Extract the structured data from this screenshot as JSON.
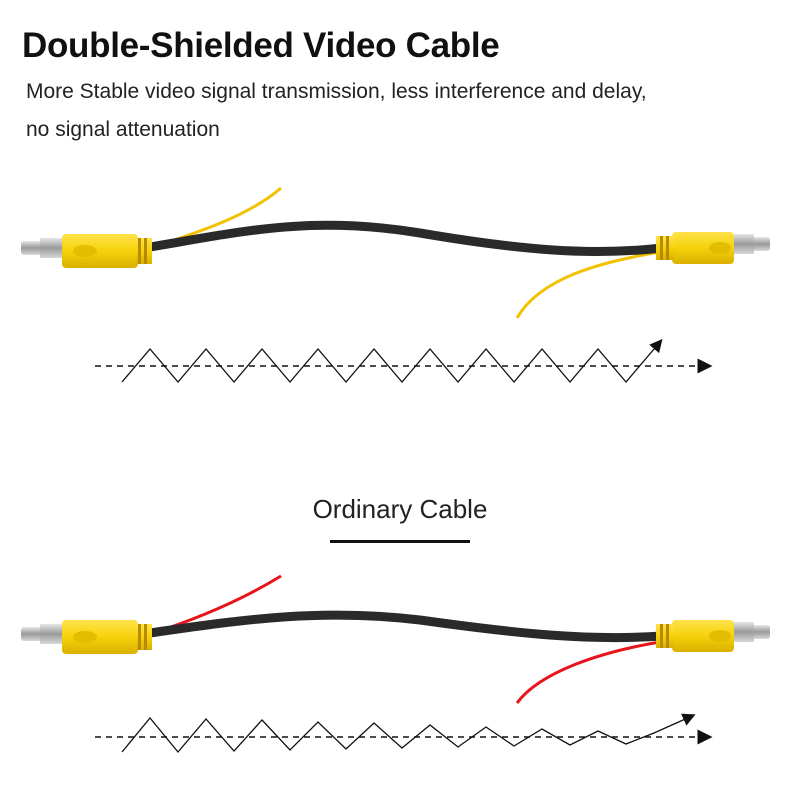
{
  "header": {
    "title": "Double-Shielded Video Cable",
    "subtitle_line1": "More Stable video signal transmission, less interference and delay,",
    "subtitle_line2": "no signal attenuation"
  },
  "ordinary": {
    "label": "Ordinary Cable"
  },
  "colors": {
    "plug_yellow": "#f5d40f",
    "plug_band": "#e0a800",
    "cable_black": "#2a2a2a",
    "shield_wire": "#f2c200",
    "ordinary_wire": "#e8141b",
    "signal_line": "#111111"
  }
}
